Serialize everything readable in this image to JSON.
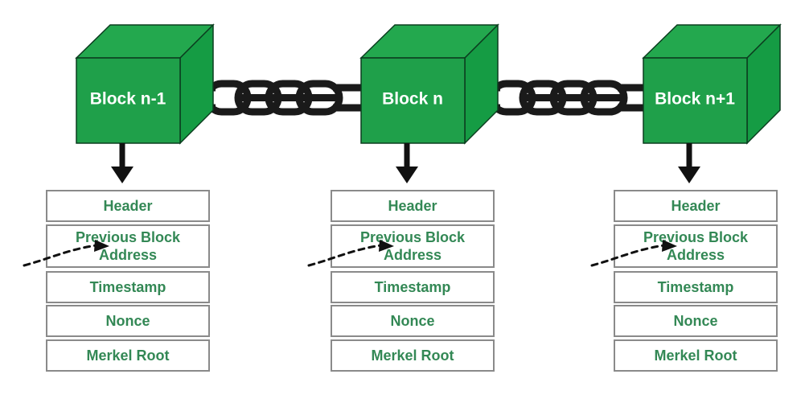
{
  "diagram": {
    "title": "Blockchain Block Structure",
    "background_color": "#ffffff",
    "colors": {
      "cube_front": "#1fa04a",
      "cube_top": "#23a84e",
      "cube_side": "#159c44",
      "cube_edge": "#0b3d1f",
      "cube_label_text": "#ffffff",
      "field_text": "#338855",
      "field_border": "#8a8a8a",
      "field_fill": "#ffffff",
      "chain_color": "#1a1a1a",
      "arrow_color": "#111111"
    },
    "blocks": [
      {
        "id": "block-n-minus-1",
        "label": "Block n-1",
        "fields": [
          {
            "label": "Header"
          },
          {
            "label": "Previous Block",
            "label2": "Address"
          },
          {
            "label": "Timestamp"
          },
          {
            "label": "Nonce"
          },
          {
            "label": "Merkel Root"
          }
        ]
      },
      {
        "id": "block-n",
        "label": "Block n",
        "fields": [
          {
            "label": "Header"
          },
          {
            "label": "Previous Block",
            "label2": "Address"
          },
          {
            "label": "Timestamp"
          },
          {
            "label": "Nonce"
          },
          {
            "label": "Merkel Root"
          }
        ]
      },
      {
        "id": "block-n-plus-1",
        "label": "Block n+1",
        "fields": [
          {
            "label": "Header"
          },
          {
            "label": "Previous Block",
            "label2": "Address"
          },
          {
            "label": "Timestamp"
          },
          {
            "label": "Nonce"
          },
          {
            "label": "Merkel Root"
          }
        ]
      }
    ],
    "connectors": {
      "chain_link_count_per_gap": 4,
      "chain_gaps": 2,
      "down_arrow_count": 3,
      "dashed_arrow_count": 3
    }
  }
}
